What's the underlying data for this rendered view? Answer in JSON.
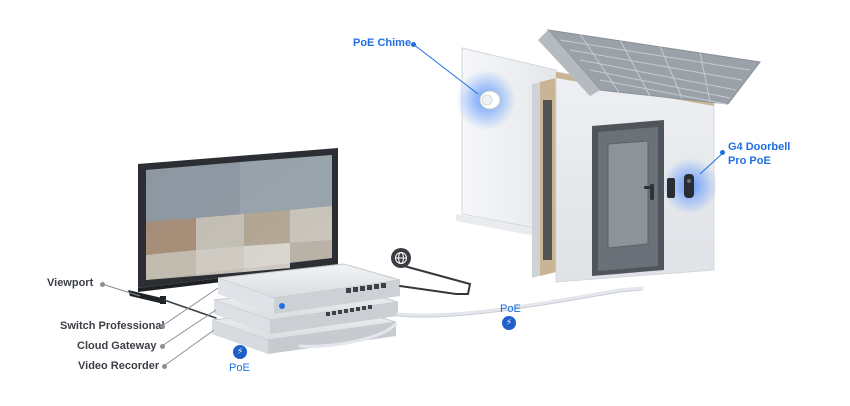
{
  "labels": {
    "poe_chime": "PoE Chime",
    "g4_doorbell_line1": "G4 Doorbell",
    "g4_doorbell_line2": "Pro PoE",
    "viewport": "Viewport",
    "switch_professional": "Switch Professional",
    "cloud_gateway": "Cloud Gateway",
    "video_recorder": "Video Recorder",
    "poe_cable": "PoE",
    "poe_recorder": "PoE"
  },
  "colors": {
    "accent": "#1f6fe0",
    "label_dark": "#3b3f45",
    "leader_grey": "#8a8f96",
    "glow": "#4f8cff",
    "poe_badge": "#1f5fc9"
  },
  "icons": {
    "internet": "globe-icon",
    "poe": "lightning-bolt-icon"
  }
}
